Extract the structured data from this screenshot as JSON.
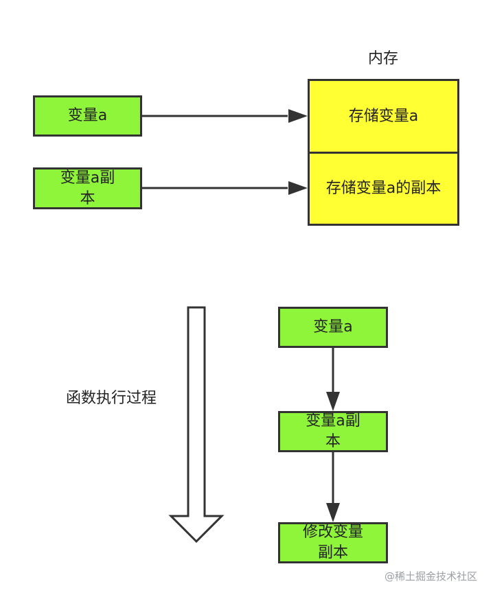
{
  "top": {
    "memory_label": "内存",
    "var_a": "变量a",
    "var_a_copy": "变量a副本",
    "store_a": "存储变量a",
    "store_a_copy": "存储变量a的副本"
  },
  "bottom": {
    "process_label": "函数执行过程",
    "var_a": "变量a",
    "var_a_copy": "变量a副本",
    "modify_copy": "修改变量副本"
  },
  "watermark": "@稀土掘金技术社区",
  "colors": {
    "node_green": "#8ff53a",
    "node_yellow": "#ffff33",
    "stroke": "#333333"
  }
}
